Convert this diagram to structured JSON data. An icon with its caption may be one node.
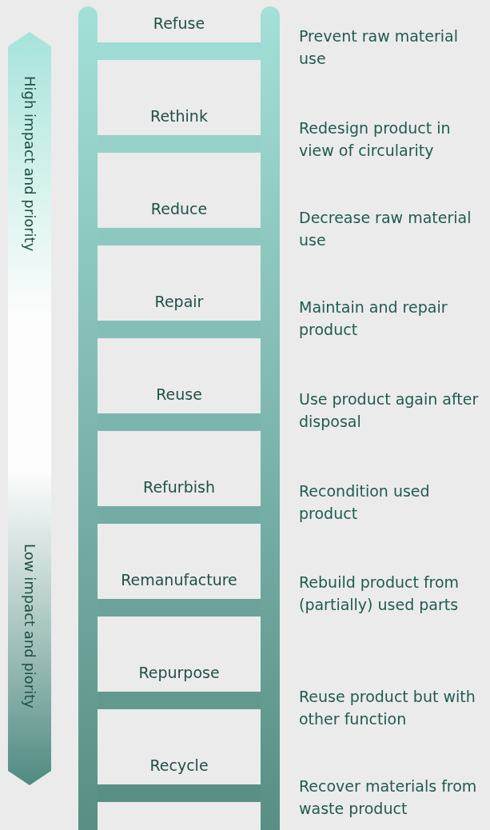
{
  "diagram": {
    "nodes": [
      {
        "text": [
          "Refuse"
        ],
        "beside": [
          "Prevent raw material use"
        ]
      },
      {
        "text": [
          "Rethink"
        ],
        "beside": [
          "Redesign product in view of circularity"
        ]
      },
      {
        "text": [
          "Reduce"
        ],
        "beside": [
          "Decrease raw material use"
        ]
      },
      {
        "text": [
          "Repair"
        ],
        "beside": [
          "Maintain and repair product"
        ]
      },
      {
        "text": [
          "Reuse"
        ],
        "beside": [
          "Use product again after disposal"
        ]
      },
      {
        "text": [
          "Refurbish"
        ],
        "beside": [
          "Recondition used product"
        ]
      },
      {
        "text": [
          "Remanufacture"
        ],
        "beside": [
          "Rebuild product from (partially) used parts"
        ]
      },
      {
        "text": [
          "Repurpose"
        ],
        "beside": [
          "Reuse product but with other function"
        ]
      },
      {
        "text": [
          "Recycle"
        ],
        "beside": [
          "Recover materials from waste product"
        ]
      },
      {
        "text": [
          "High impact and priority",
          "Low impact and piority"
        ]
      }
    ],
    "edges": []
  }
}
